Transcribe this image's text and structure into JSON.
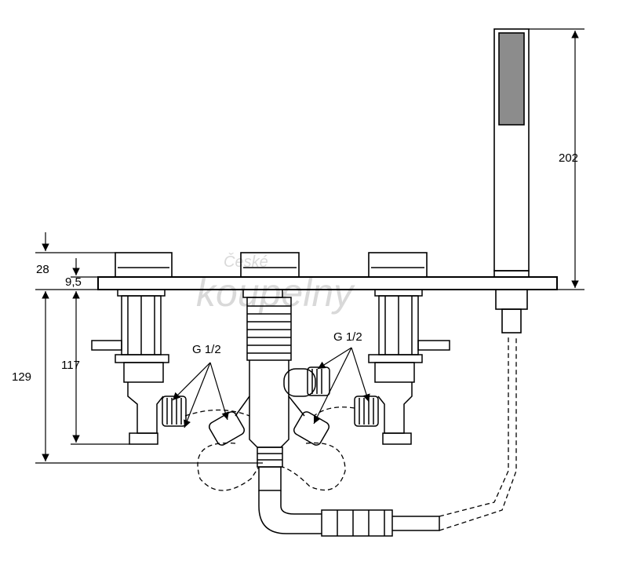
{
  "dimensions": {
    "height_total": "129",
    "height_body": "117",
    "height_top": "28",
    "plate_thickness": "9,5",
    "shower_height": "202"
  },
  "connections": {
    "left_label": "G 1/2",
    "right_label": "G 1/2"
  },
  "watermark": {
    "line1": "České",
    "line2": "koupelny"
  },
  "colors": {
    "line": "#000000",
    "handle_fill": "#8c8c8c",
    "watermark": "#d9d9d9"
  }
}
